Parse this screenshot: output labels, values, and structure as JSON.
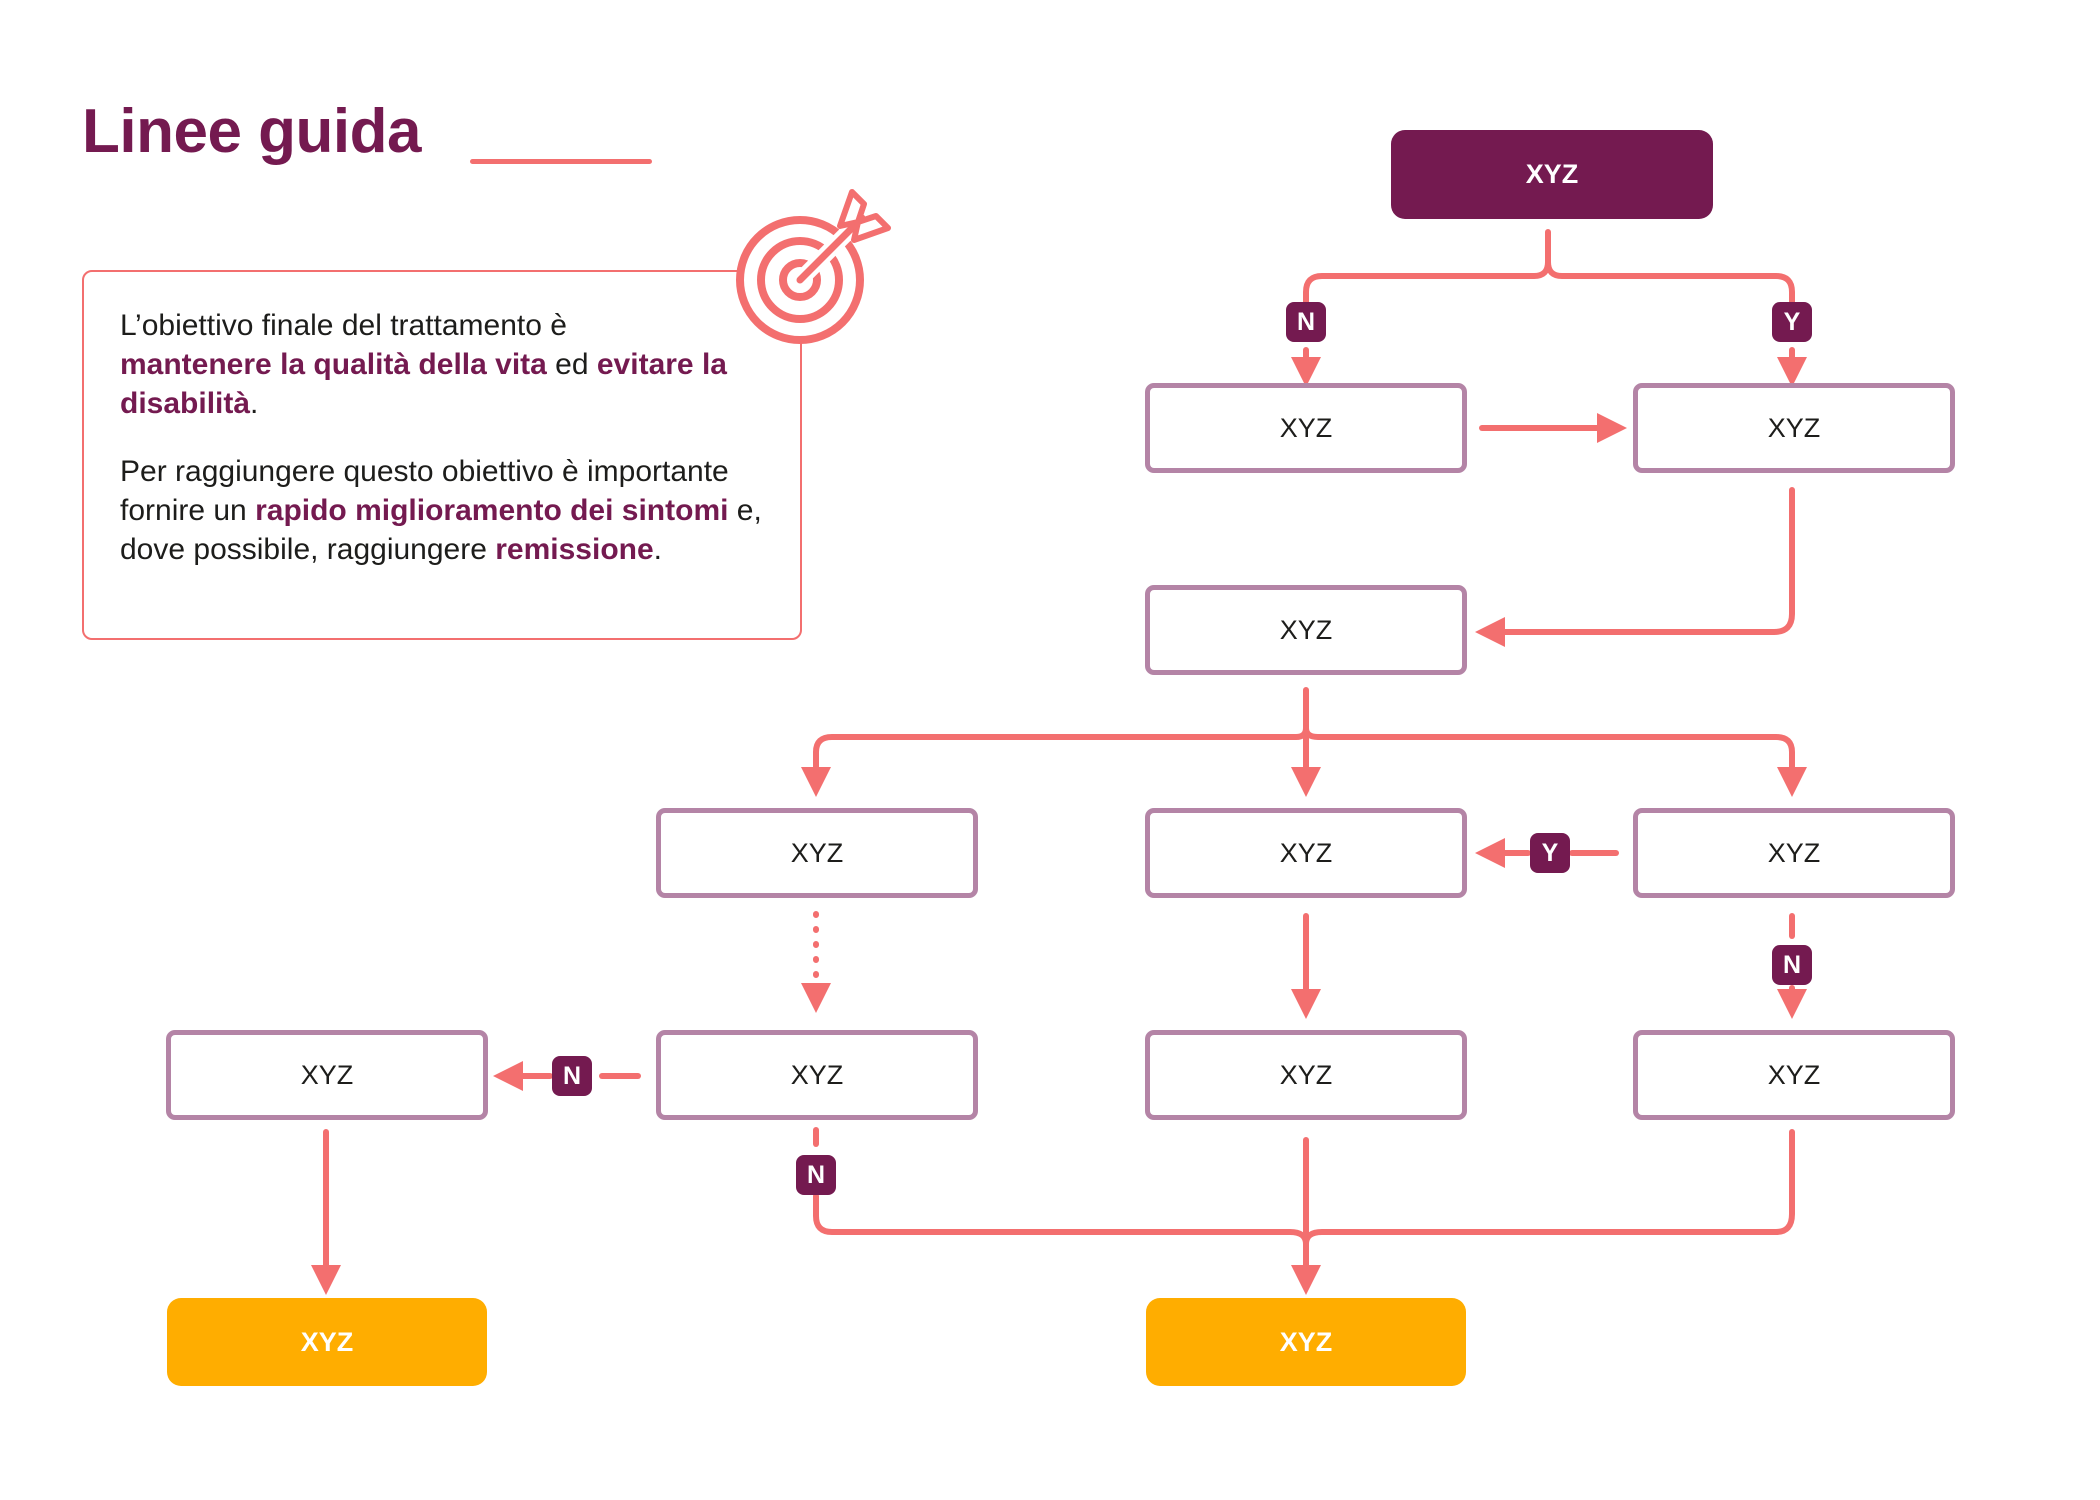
{
  "title": "Linee guida",
  "info": {
    "p1": {
      "a": "L’obiettivo finale del trattamento è",
      "b": "mantenere la qualità della vita",
      "c": " ed ",
      "d": "evitare la disabilità",
      "e": "."
    },
    "p2": {
      "a": "Per raggiungere questo obiettivo è importante fornire un ",
      "b": "rapido miglioramento dei sintomi",
      "c": " e, dove possibile, raggiungere ",
      "d": "remissione",
      "e": "."
    }
  },
  "nodes": {
    "start": "XYZ",
    "r1_left": "XYZ",
    "r1_right": "XYZ",
    "r2": "XYZ",
    "r3_left": "XYZ",
    "r3_mid": "XYZ",
    "r3_right": "XYZ",
    "r4_far_left": "XYZ",
    "r4_left": "XYZ",
    "r4_mid": "XYZ",
    "r4_right": "XYZ",
    "end_left": "XYZ",
    "end_mid": "XYZ"
  },
  "badges": {
    "n1": "N",
    "y1": "Y",
    "y2": "Y",
    "n2": "N",
    "n3": "N",
    "n4": "N"
  },
  "colors": {
    "primary": "#741a50",
    "arrow": "#f36f6f",
    "node_border": "#b484a6",
    "terminal": "#ffad00"
  },
  "icon": "target-arrow-icon"
}
